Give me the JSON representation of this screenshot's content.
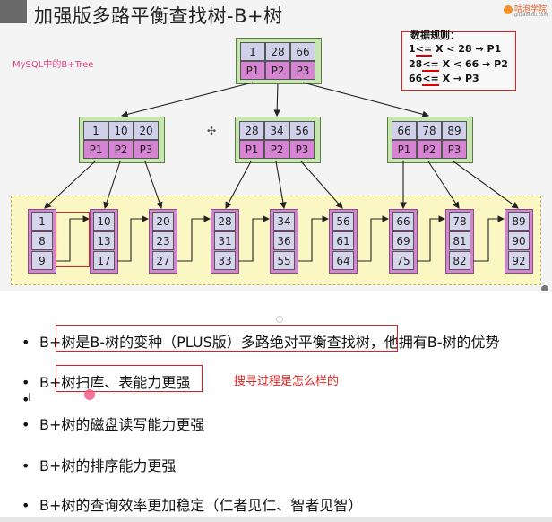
{
  "slide": {
    "title": "加强版多路平衡查找树-B+树",
    "logo_text": "咕泡学院",
    "logo_sub": "gupaoedu.com",
    "mysql_tag": "MySQL中的B+Tree",
    "rules": {
      "title": "数据规则：",
      "lines": [
        {
          "a": "1",
          "op": "<=",
          "mid": "X < 28",
          "arrow": "→",
          "target": "P1"
        },
        {
          "a": "28",
          "op": "<=",
          "mid": "X < 66",
          "arrow": "→",
          "target": "P2"
        },
        {
          "a": "66",
          "op": "<=",
          "mid": "X",
          "arrow": "→",
          "target": "P3"
        }
      ]
    },
    "root": {
      "keys": [
        "1",
        "28",
        "66"
      ],
      "ptrs": [
        "P1",
        "P2",
        "P3"
      ]
    },
    "internal": [
      {
        "keys": [
          "1",
          "10",
          "20"
        ],
        "ptrs": [
          "P1",
          "P2",
          "P3"
        ]
      },
      {
        "keys": [
          "28",
          "34",
          "56"
        ],
        "ptrs": [
          "P1",
          "P2",
          "P3"
        ]
      },
      {
        "keys": [
          "66",
          "78",
          "89"
        ],
        "ptrs": [
          "P1",
          "P2",
          "P3"
        ]
      }
    ],
    "leaves": [
      [
        "1",
        "8",
        "9"
      ],
      [
        "10",
        "13",
        "17"
      ],
      [
        "20",
        "23",
        "27"
      ],
      [
        "28",
        "31",
        "33"
      ],
      [
        "34",
        "36",
        "55"
      ],
      [
        "56",
        "61",
        "64"
      ],
      [
        "66",
        "69",
        "75"
      ],
      [
        "78",
        "81",
        "82"
      ],
      [
        "89",
        "90",
        "92"
      ]
    ],
    "cursor_glyph": "✣"
  },
  "notes": {
    "bullet_glyph": "•",
    "bullets": [
      "B+树是B-树的变种（PLUS版）多路绝对平衡查找树，他拥有B-树的优势",
      "B+树扫库、表能力更强",
      "",
      "B+树的磁盘读写能力更强",
      "B+树的排序能力更强",
      "B+树的查询效率更加稳定（仁者见仁、智者见智）"
    ],
    "annotation": "搜寻过程是怎么样的",
    "caret_glyph": "I"
  },
  "colors": {
    "node_bg": "#c8e6b0",
    "key_cell": "#d0d0ea",
    "ptr_cell": "#d884d4",
    "leaf_band": "#fbf7c3",
    "highlight": "#e02020"
  }
}
